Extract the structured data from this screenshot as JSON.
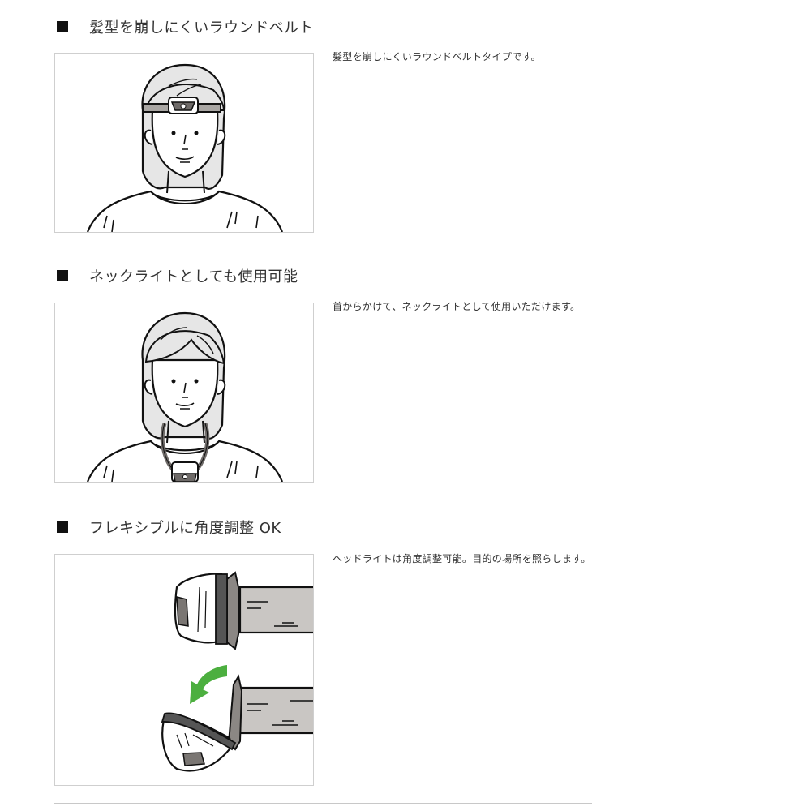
{
  "sections": [
    {
      "heading": "髪型を崩しにくいラウンドベルト",
      "description": "髪型を崩しにくいラウンドベルトタイプです。",
      "illustration": "person-wearing-headlamp-on-forehead"
    },
    {
      "heading": "ネックライトとしても使用可能",
      "description": "首からかけて、ネックライトとして使用いただけます。",
      "illustration": "person-wearing-headlamp-as-necklight"
    },
    {
      "heading": "フレキシブルに角度調整 OK",
      "description": "ヘッドライトは角度調整可能。目的の場所を照らします。",
      "illustration": "headlamp-angle-adjustment"
    }
  ],
  "colors": {
    "text": "#333333",
    "bullet": "#111111",
    "border": "#cfcfcf",
    "divider": "#c8c8c8",
    "hair": "#e6e6e6",
    "band": "#a9a6a3",
    "lamp_dark": "#6e6a68",
    "arrow": "#4caf3f"
  }
}
